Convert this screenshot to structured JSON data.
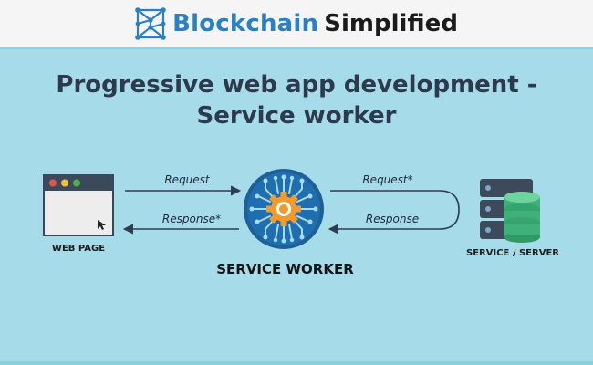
{
  "header": {
    "brand_part1": "Blockchain",
    "brand_part2": "Simplified"
  },
  "title": {
    "line1": "Progressive web app development -",
    "line2": "Service worker"
  },
  "diagram": {
    "web_page_label": "WEB PAGE",
    "service_worker_label": "SERVICE WORKER",
    "server_label": "SERVICE / SERVER",
    "arrows": {
      "left_top": "Request",
      "left_bottom": "Response*",
      "right_top": "Request*",
      "right_bottom": "Response"
    }
  },
  "colors": {
    "background": "#a6dbea",
    "header_bg": "#f5f5f6",
    "brand_blue": "#2a80c5",
    "title_text": "#2d3a4b",
    "gear_orange": "#f29a2e",
    "chip_blue": "#1f6fb0",
    "server_dark": "#3c4a5c",
    "database_green": "#3fb07a"
  },
  "icons": {
    "logo": "blockchain-network-icon",
    "web_page": "browser-window-icon",
    "service_worker": "gear-circuit-icon",
    "server": "server-database-icon"
  }
}
